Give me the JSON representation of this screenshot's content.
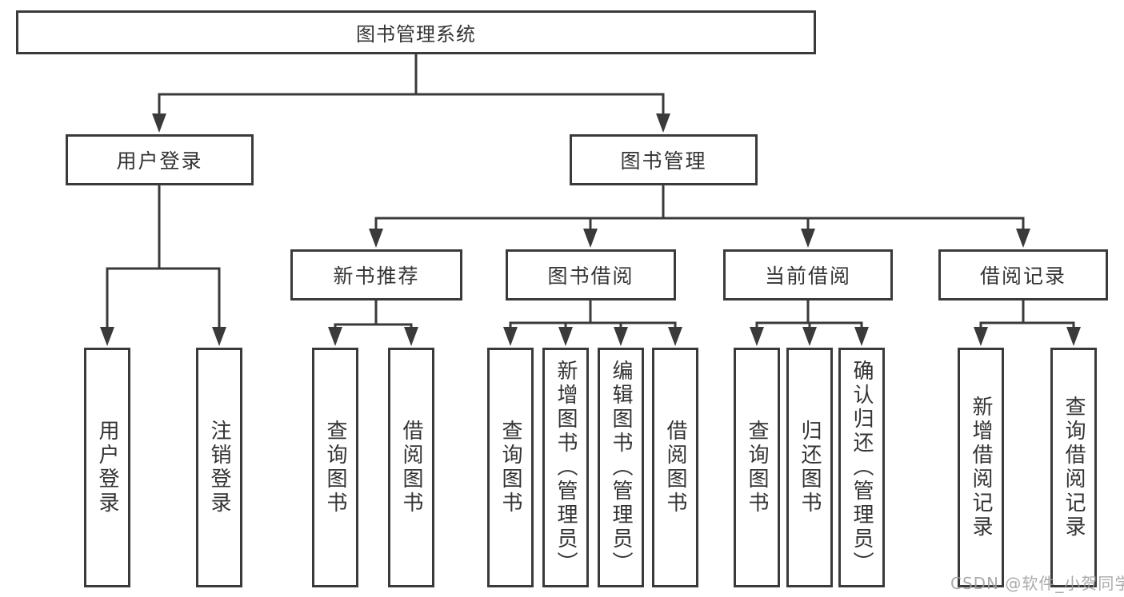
{
  "tree": {
    "label": "图书管理系统",
    "children": [
      {
        "label": "用户登录",
        "children": [
          {
            "label": "用户登录"
          },
          {
            "label": "注销登录"
          }
        ]
      },
      {
        "label": "图书管理",
        "children": [
          {
            "label": "新书推荐",
            "children": [
              {
                "label": "查询图书"
              },
              {
                "label": "借阅图书"
              }
            ]
          },
          {
            "label": "图书借阅",
            "children": [
              {
                "label": "查询图书"
              },
              {
                "label": "新增图书（管理员）"
              },
              {
                "label": "编辑图书（管理员）"
              },
              {
                "label": "借阅图书"
              }
            ]
          },
          {
            "label": "当前借阅",
            "children": [
              {
                "label": "查询图书"
              },
              {
                "label": "归还图书"
              },
              {
                "label": "确认归还（管理员）"
              }
            ]
          },
          {
            "label": "借阅记录",
            "children": [
              {
                "label": "新增借阅记录"
              },
              {
                "label": "查询借阅记录"
              }
            ]
          }
        ]
      }
    ]
  },
  "watermark": {
    "text": "CSDN @软件_小贺同学"
  },
  "colors": {
    "line": "#3a3a3a",
    "border": "#3a3a3a",
    "text": "#333333",
    "watermark": "#9e9e9e",
    "background": "#ffffff"
  }
}
